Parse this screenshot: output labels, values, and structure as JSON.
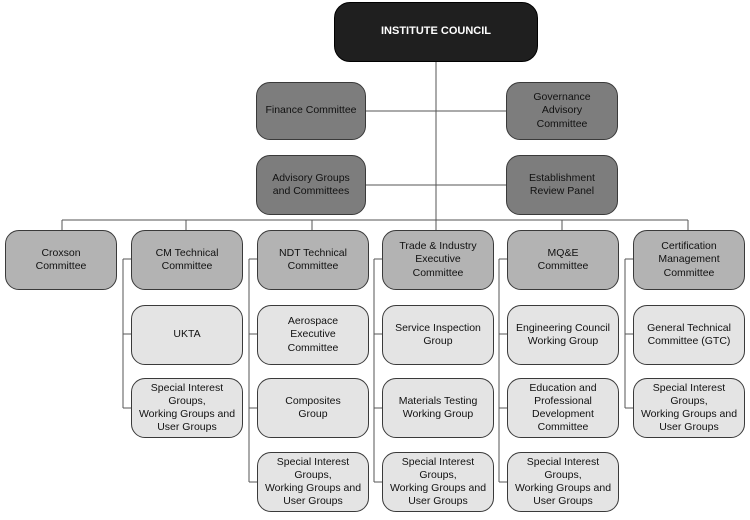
{
  "root": "INSTITUTE COUNCIL",
  "tier1": {
    "left": "Finance Committee",
    "right": "Governance\nAdvisory\nCommittee"
  },
  "tier2": {
    "left": "Advisory Groups\nand Committees",
    "right": "Establishment\nReview Panel"
  },
  "columns": [
    {
      "head": "Croxson\nCommittee",
      "children": []
    },
    {
      "head": "CM Technical\nCommittee",
      "children": [
        "UKTA",
        "Special Interest\nGroups,\nWorking Groups and\nUser Groups"
      ]
    },
    {
      "head": "NDT Technical\nCommittee",
      "children": [
        "Aerospace Executive\nCommittee",
        "Composites\nGroup",
        "Special Interest\nGroups,\nWorking Groups and\nUser Groups"
      ]
    },
    {
      "head": "Trade & Industry\nExecutive\nCommittee",
      "children": [
        "Service Inspection\nGroup",
        "Materials Testing\nWorking Group",
        "Special Interest\nGroups,\nWorking Groups and\nUser Groups"
      ]
    },
    {
      "head": "MQ&E\nCommittee",
      "children": [
        "Engineering Council\nWorking Group",
        "Education and\nProfessional\nDevelopment\nCommittee",
        "Special Interest\nGroups,\nWorking Groups and\nUser Groups"
      ]
    },
    {
      "head": "Certification\nManagement\nCommittee",
      "children": [
        "General Technical\nCommittee (GTC)",
        "Special Interest\nGroups,\nWorking Groups and\nUser Groups"
      ]
    }
  ]
}
